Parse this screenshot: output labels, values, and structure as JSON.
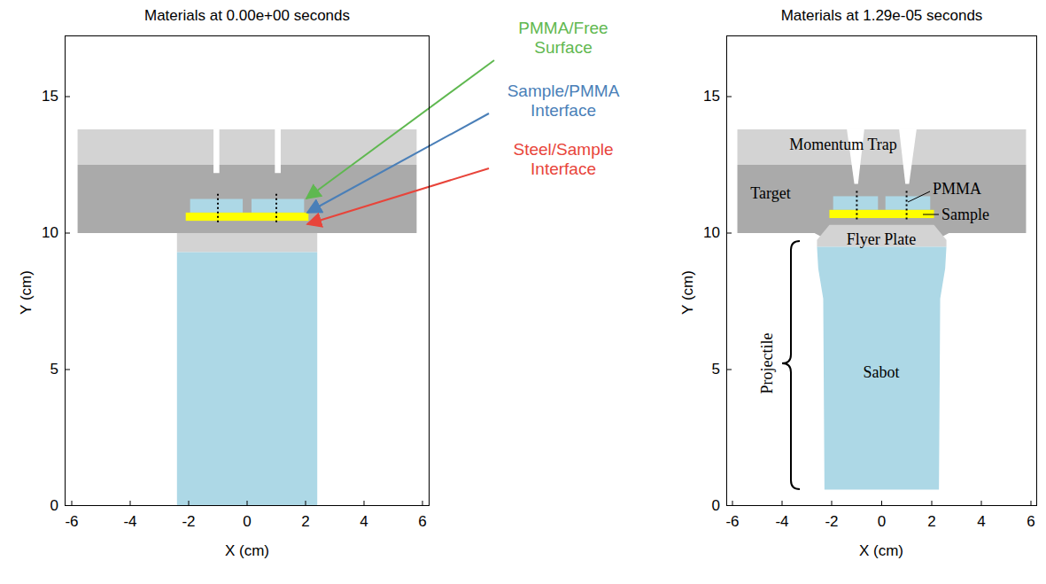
{
  "diagram": {
    "nodes": [
      {
        "text": [
          "Materials at 0.00e+00 seconds"
        ]
      },
      {
        "text": [
          "Materials at 1.29e-05 seconds"
        ]
      }
    ],
    "labels": [
      "15",
      "10",
      "5",
      "0",
      "-6",
      "-4",
      "-2",
      "0",
      "2",
      "4",
      "6",
      "Y (cm)",
      "X (cm)",
      "PMMA/Free Surface",
      "Sample/PMMA Interface",
      "Steel/Sample Interface",
      "15",
      "10",
      "5",
      "0",
      "-6",
      "-4",
      "-2",
      "0",
      "2",
      "4",
      "6",
      "Y (cm)",
      "X (cm)",
      "Momentum Trap",
      "Target",
      "PMMA",
      "Sample",
      "Flyer Plate",
      "Projectile",
      "Sabot"
    ]
  }
}
